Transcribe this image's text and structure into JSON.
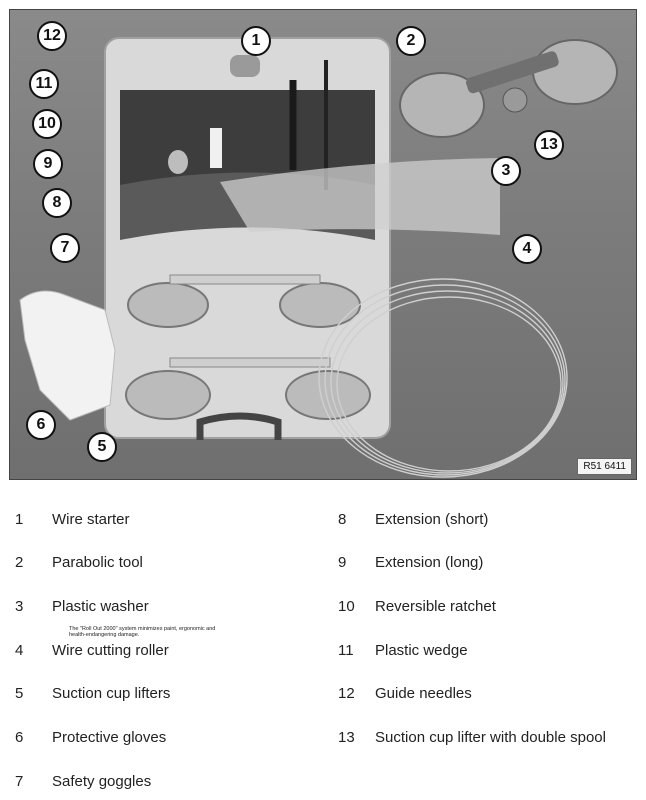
{
  "figure": {
    "reference_code": "R51 6411",
    "callouts": [
      "1",
      "2",
      "3",
      "4",
      "5",
      "6",
      "7",
      "8",
      "9",
      "10",
      "11",
      "12",
      "13"
    ]
  },
  "legend": {
    "left": [
      {
        "num": "1",
        "label": "Wire starter"
      },
      {
        "num": "2",
        "label": "Parabolic tool"
      },
      {
        "num": "3",
        "label": "Plastic washer"
      },
      {
        "num": "4",
        "label": "Wire cutting roller"
      },
      {
        "num": "5",
        "label": "Suction cup lifters"
      },
      {
        "num": "6",
        "label": "Protective gloves"
      },
      {
        "num": "7",
        "label": "Safety goggles"
      }
    ],
    "right": [
      {
        "num": "8",
        "label": "Extension (short)"
      },
      {
        "num": "9",
        "label": "Extension (long)"
      },
      {
        "num": "10",
        "label": "Reversible ratchet"
      },
      {
        "num": "11",
        "label": "Plastic wedge"
      },
      {
        "num": "12",
        "label": "Guide needles"
      },
      {
        "num": "13",
        "label": "Suction cup lifter with double spool"
      }
    ]
  },
  "note": "The \"Roll Out 2000\" system minimizes paint, ergonomic and health-endangering damage."
}
